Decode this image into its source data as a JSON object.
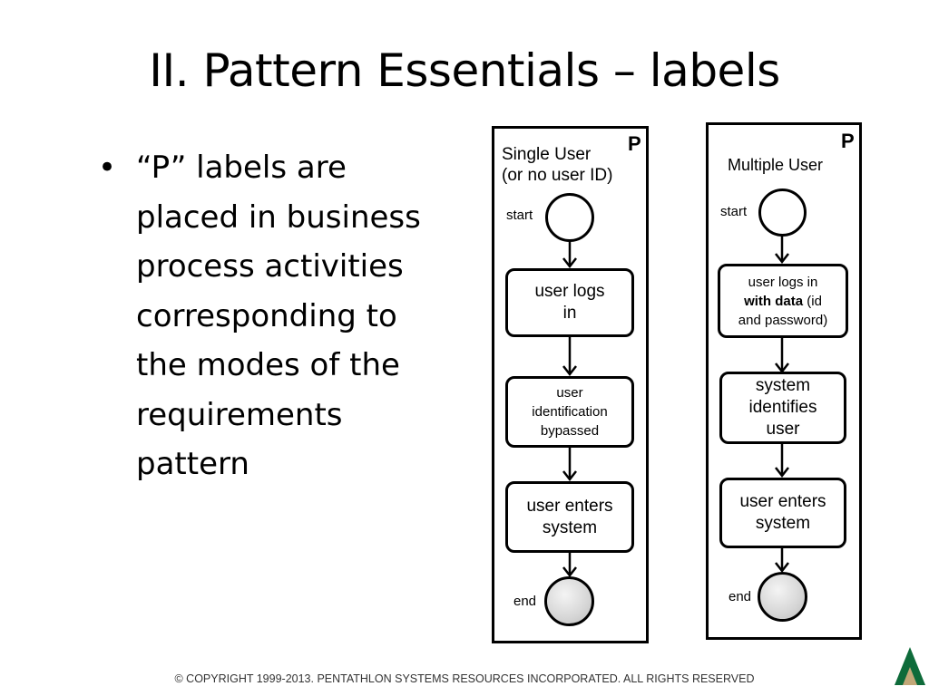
{
  "slide": {
    "title": "II. Pattern Essentials – labels",
    "bullets": [
      {
        "symbol": "•",
        "text": "“P” labels are\nplaced in business\nprocess activities\ncorresponding to\nthe modes of the\nrequirements\npattern"
      }
    ],
    "footer": "© COPYRIGHT 1999-2013. PENTATHLON SYSTEMS RESOURCES INCORPORATED. ALL RIGHTS RESERVED"
  },
  "diagrams": [
    {
      "corner_label": "P",
      "title": "Single User\n(or no user ID)",
      "start_label": "start",
      "end_label": "end",
      "steps": [
        "user logs\nin",
        "user\nidentification\nbypassed",
        "user enters\nsystem"
      ]
    },
    {
      "corner_label": "P",
      "title": "Multiple User",
      "start_label": "start",
      "end_label": "end",
      "steps": [
        "user logs in\nwith data (id\nand password)",
        "system\nidentifies\nuser",
        "user enters\nsystem"
      ],
      "step1_parts": [
        "user logs in",
        "with data",
        " (id",
        "and password)"
      ]
    }
  ],
  "colors": {
    "logo_green": "#0e6b3a",
    "logo_tan": "#c2a878"
  }
}
